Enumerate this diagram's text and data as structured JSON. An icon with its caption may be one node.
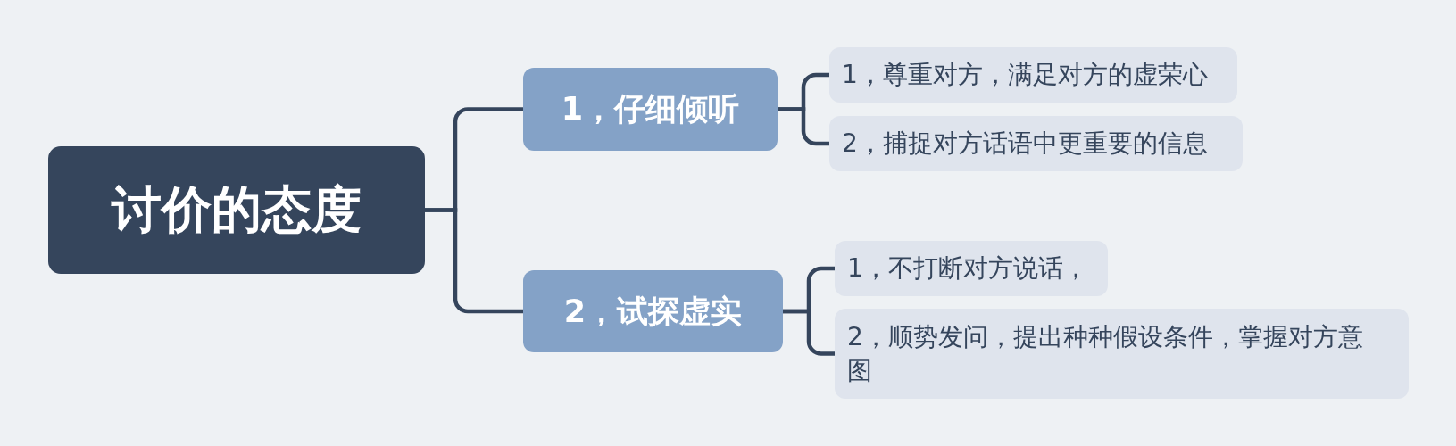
{
  "diagram": {
    "nodes": [
      {
        "text": [
          "讨价的态度"
        ]
      },
      {
        "text": [
          "1，仔细倾听"
        ]
      },
      {
        "text": [
          "2，试探虚实"
        ]
      },
      {
        "text": [
          "1，尊重对方，满足对方的虚荣心"
        ]
      },
      {
        "text": [
          "2，捕捉对方话语中更重要的信息"
        ]
      },
      {
        "text": [
          "1，不打断对方说话，"
        ]
      },
      {
        "text": [
          "2，顺势发问，提出种种假设条件，掌握对方意图"
        ]
      }
    ],
    "edges": [
      {
        "from": 0,
        "to": 1,
        "arrow": "none"
      },
      {
        "from": 0,
        "to": 2,
        "arrow": "none"
      },
      {
        "from": 1,
        "to": 3,
        "arrow": "none"
      },
      {
        "from": 1,
        "to": 4,
        "arrow": "none"
      },
      {
        "from": 2,
        "to": 5,
        "arrow": "none"
      },
      {
        "from": 2,
        "to": 6,
        "arrow": "none"
      }
    ]
  }
}
